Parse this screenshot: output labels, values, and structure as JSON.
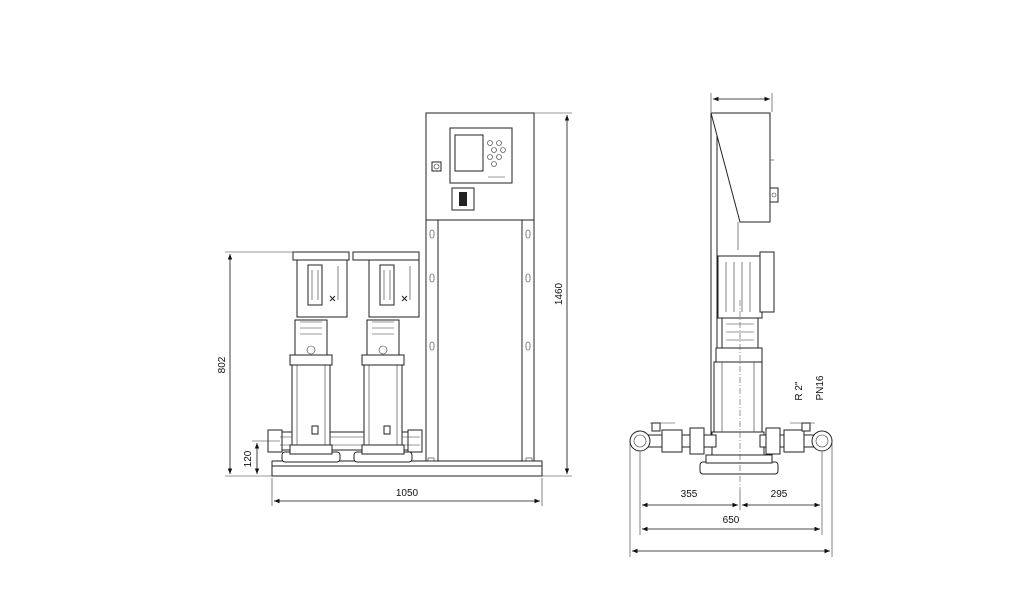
{
  "dimensions": {
    "front_width": "1050",
    "front_height_total": "1460",
    "front_pump_height": "802",
    "front_manifold_height": "120",
    "side_left_offset": "355",
    "side_right_offset": "295",
    "side_width": "650",
    "connection": "R 2\"",
    "pressure_rating": "PN16"
  },
  "colors": {
    "line": "#222222",
    "background": "#ffffff"
  }
}
